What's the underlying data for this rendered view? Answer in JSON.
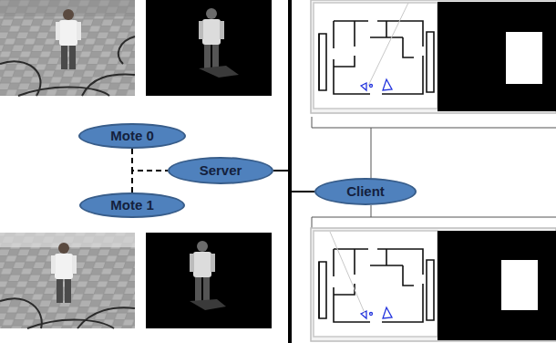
{
  "diagram": {
    "nodes": [
      {
        "text": [
          "Mote 0"
        ]
      },
      {
        "text": [
          "Mote 1"
        ]
      },
      {
        "text": [
          "Server"
        ]
      },
      {
        "text": [
          "Client"
        ]
      }
    ],
    "edges": [
      {
        "from": 0,
        "to": 2,
        "arrow": "none"
      },
      {
        "from": 1,
        "to": 2,
        "arrow": "none"
      },
      {
        "from": 2,
        "to": 3,
        "arrow": "none"
      }
    ]
  }
}
